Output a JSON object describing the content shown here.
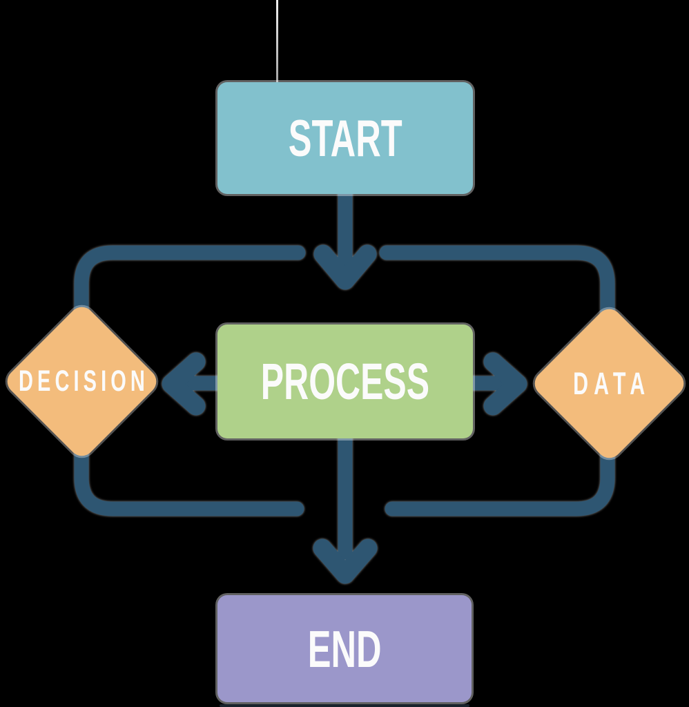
{
  "diagram": {
    "type": "flowchart",
    "nodes": [
      {
        "id": "start",
        "label": "START",
        "shape": "rounded-rectangle",
        "color": "#82c1cd"
      },
      {
        "id": "process",
        "label": "PROCESS",
        "shape": "rounded-rectangle",
        "color": "#afd18a"
      },
      {
        "id": "decision",
        "label": "DECISION",
        "shape": "diamond",
        "color": "#f3bc7c"
      },
      {
        "id": "data",
        "label": "DATA",
        "shape": "diamond",
        "color": "#f3bc7c"
      },
      {
        "id": "end",
        "label": "END",
        "shape": "rounded-rectangle",
        "color": "#9b97ca"
      }
    ],
    "edges": [
      {
        "from": "start",
        "to": "process",
        "type": "arrow-down"
      },
      {
        "from": "process",
        "to": "decision",
        "type": "arrow-left"
      },
      {
        "from": "process",
        "to": "data",
        "type": "arrow-right"
      },
      {
        "from": "process",
        "to": "end",
        "type": "arrow-down"
      },
      {
        "from": "top-rail-left",
        "to": "decision",
        "type": "elbow-line"
      },
      {
        "from": "top-rail-right",
        "to": "data",
        "type": "elbow-line"
      },
      {
        "from": "decision",
        "to": "bottom-rail-left",
        "type": "elbow-line"
      },
      {
        "from": "data",
        "to": "bottom-rail-right",
        "type": "elbow-line"
      }
    ],
    "colors": {
      "start": "#82c1cd",
      "process": "#afd18a",
      "diamond": "#f3bc7c",
      "end": "#9b97ca",
      "edge": "#2e5672",
      "label": "#fbfbfb"
    }
  }
}
